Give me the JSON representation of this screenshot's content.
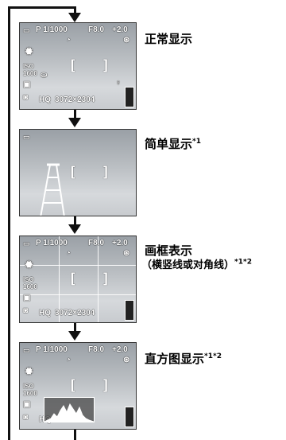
{
  "modes": [
    {
      "label": "正常显示",
      "note": "",
      "osd": {
        "shutter": "P 1/1000",
        "aperture": "F8.0",
        "exposure": "+2.0",
        "iso": "ISO 1600",
        "quality": "HQ",
        "resolution": "3072×2304"
      }
    },
    {
      "label": "简单显示",
      "note": "*1",
      "osd": {}
    },
    {
      "label": "画框表示",
      "sublabel": "（横竖线或对角线）",
      "note": "*1*2",
      "osd": {
        "shutter": "P 1/1000",
        "aperture": "F8.0",
        "exposure": "+2.0",
        "iso": "ISO 1600",
        "quality": "HQ",
        "resolution": "3072×2304"
      }
    },
    {
      "label": "直方图显示",
      "note": "*1*2",
      "osd": {
        "shutter": "P 1/1000",
        "aperture": "F8.0",
        "exposure": "+2.0",
        "iso": "ISO 1600",
        "quality": "HQ"
      }
    }
  ],
  "icons": {
    "left_loop": "loop-arrow-icon",
    "down_arrow": "arrow-down-icon"
  }
}
